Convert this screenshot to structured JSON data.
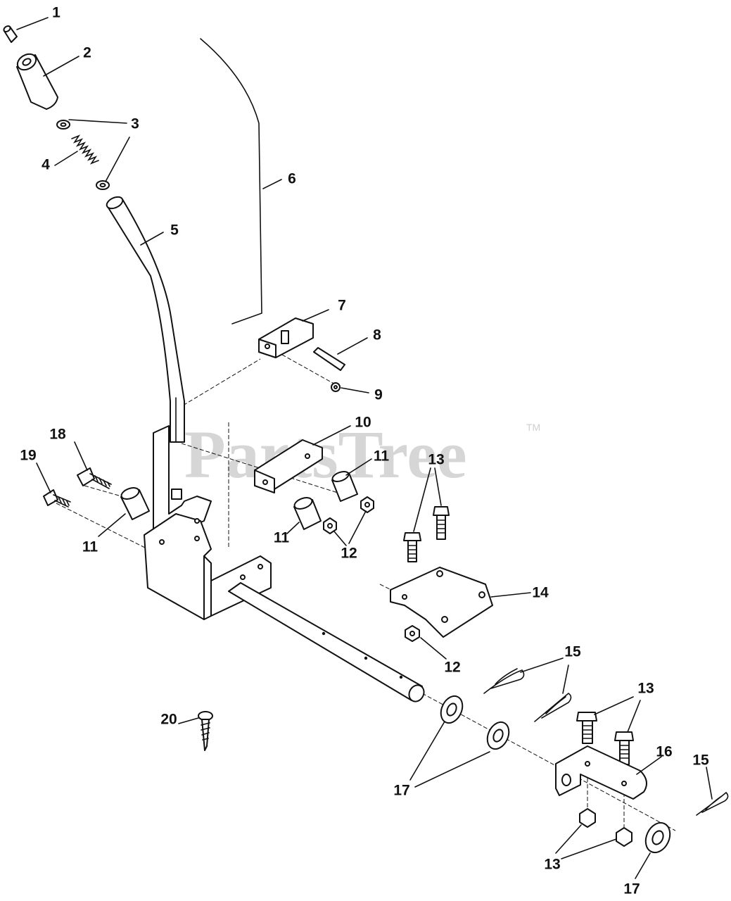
{
  "watermark": {
    "text": "PartsTree",
    "trademark": "TM"
  },
  "callouts": [
    {
      "id": "c1",
      "label": "1"
    },
    {
      "id": "c2",
      "label": "2"
    },
    {
      "id": "c3",
      "label": "3"
    },
    {
      "id": "c4",
      "label": "4"
    },
    {
      "id": "c5",
      "label": "5"
    },
    {
      "id": "c6",
      "label": "6"
    },
    {
      "id": "c7",
      "label": "7"
    },
    {
      "id": "c8",
      "label": "8"
    },
    {
      "id": "c9",
      "label": "9"
    },
    {
      "id": "c10",
      "label": "10"
    },
    {
      "id": "c11a",
      "label": "11"
    },
    {
      "id": "c11b",
      "label": "11"
    },
    {
      "id": "c11c",
      "label": "11"
    },
    {
      "id": "c12a",
      "label": "12"
    },
    {
      "id": "c12b",
      "label": "12"
    },
    {
      "id": "c13a",
      "label": "13"
    },
    {
      "id": "c13b",
      "label": "13"
    },
    {
      "id": "c13c",
      "label": "13"
    },
    {
      "id": "c14",
      "label": "14"
    },
    {
      "id": "c15a",
      "label": "15"
    },
    {
      "id": "c15b",
      "label": "15"
    },
    {
      "id": "c16",
      "label": "16"
    },
    {
      "id": "c17a",
      "label": "17"
    },
    {
      "id": "c17b",
      "label": "17"
    },
    {
      "id": "c18",
      "label": "18"
    },
    {
      "id": "c19",
      "label": "19"
    },
    {
      "id": "c20",
      "label": "20"
    }
  ]
}
